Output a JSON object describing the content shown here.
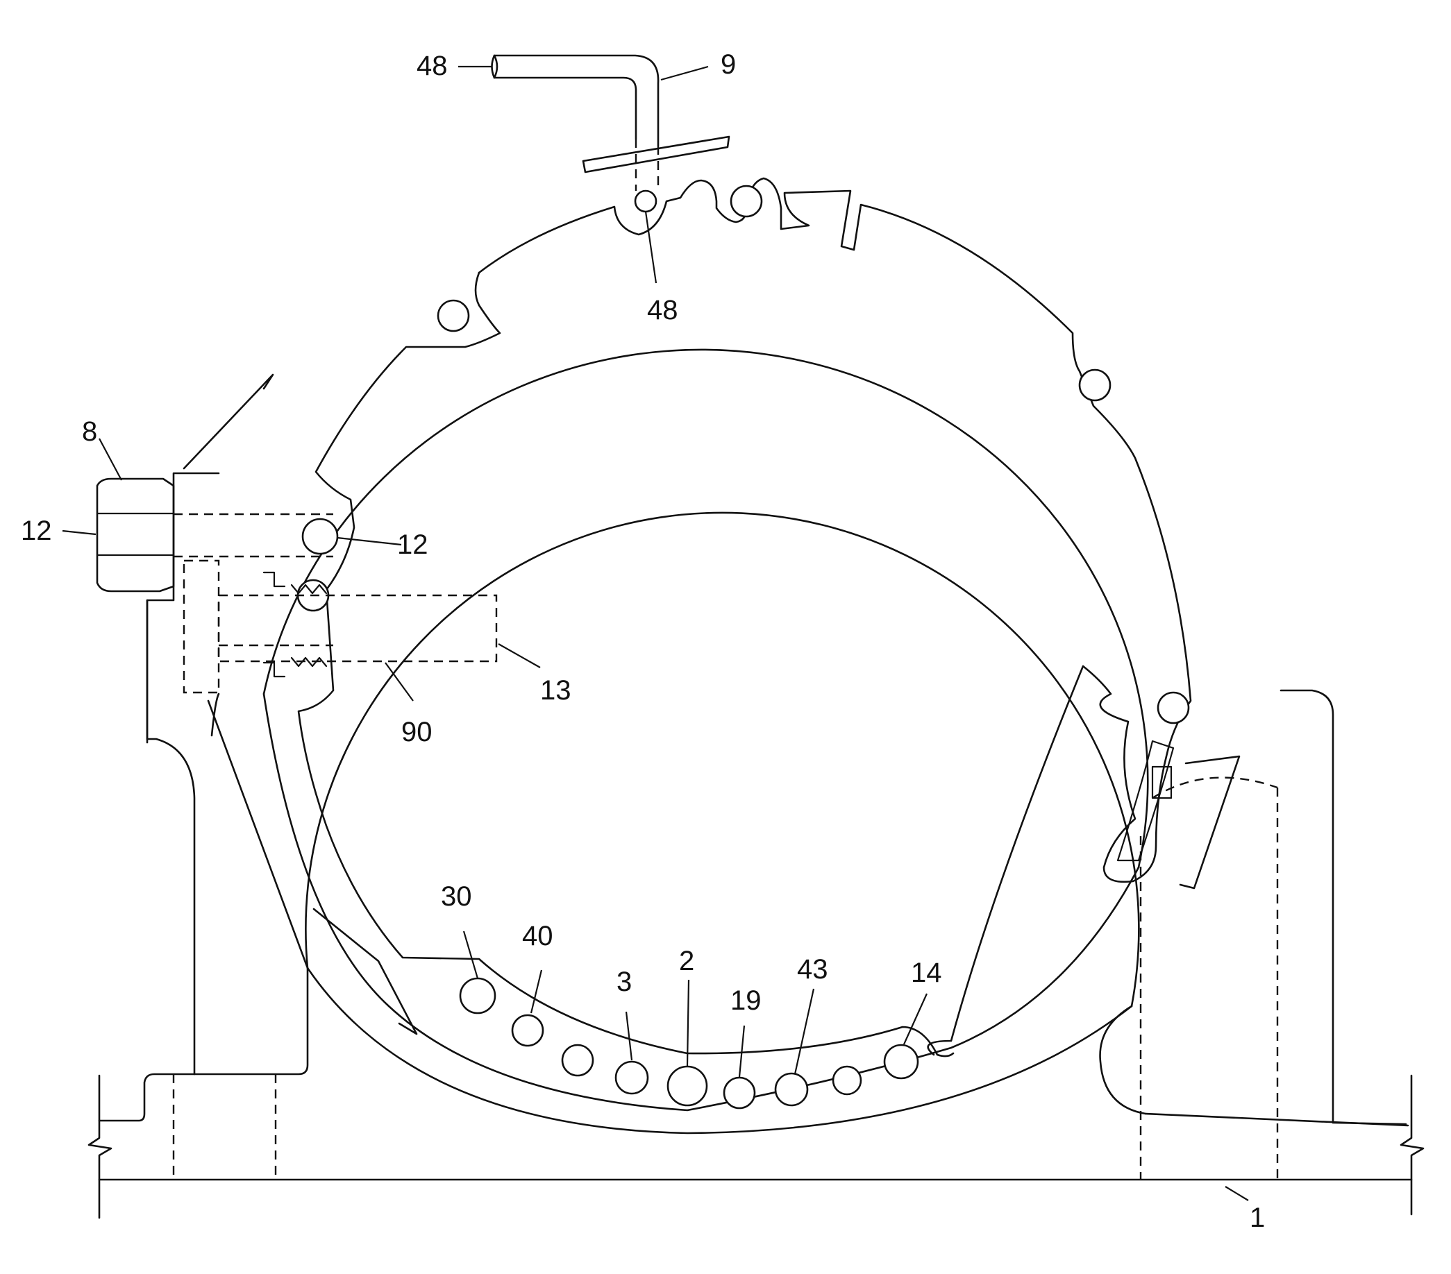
{
  "figure": {
    "labels": {
      "ref_48_top": "48",
      "ref_9": "9",
      "ref_48_hole": "48",
      "ref_8": "8",
      "ref_12_left": "12",
      "ref_12_right": "12",
      "ref_13": "13",
      "ref_90": "90",
      "ref_30": "30",
      "ref_40": "40",
      "ref_3": "3",
      "ref_2": "2",
      "ref_19": "19",
      "ref_43": "43",
      "ref_14": "14",
      "ref_1": "1"
    }
  }
}
